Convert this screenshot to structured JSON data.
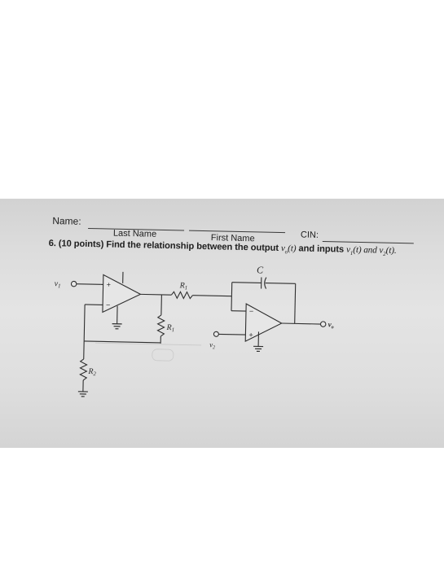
{
  "header": {
    "name_label": "Name:",
    "last_name_label": "Last Name",
    "first_name_label": "First Name",
    "cin_label": "CIN:"
  },
  "question": {
    "prefix": "6. (10 points) Find the relationship between the output ",
    "output_symbol": "v",
    "output_sub": "o",
    "output_arg": "(t)",
    "middle": " and inputs ",
    "input1_symbol": "v",
    "input1_sub": "1",
    "input1_arg": "(t)",
    "conj": " and ",
    "input2_symbol": "v",
    "input2_sub": "2",
    "input2_arg": "(t).",
    "capacitor_label": "C"
  },
  "circuit": {
    "v1_label": "v",
    "v1_sub": "1",
    "r1_label_top": "R",
    "r1_sub_top": "1",
    "r1_label_mid": "R",
    "r1_sub_mid": "1",
    "r2_label": "R",
    "r2_sub": "2",
    "v2_label": "v",
    "v2_sub": "2",
    "vo_label": "v",
    "vo_sub": "o",
    "opamp1_plus": "+",
    "opamp1_minus": "−",
    "opamp2_minus": "−",
    "opamp2_plus": "+"
  }
}
